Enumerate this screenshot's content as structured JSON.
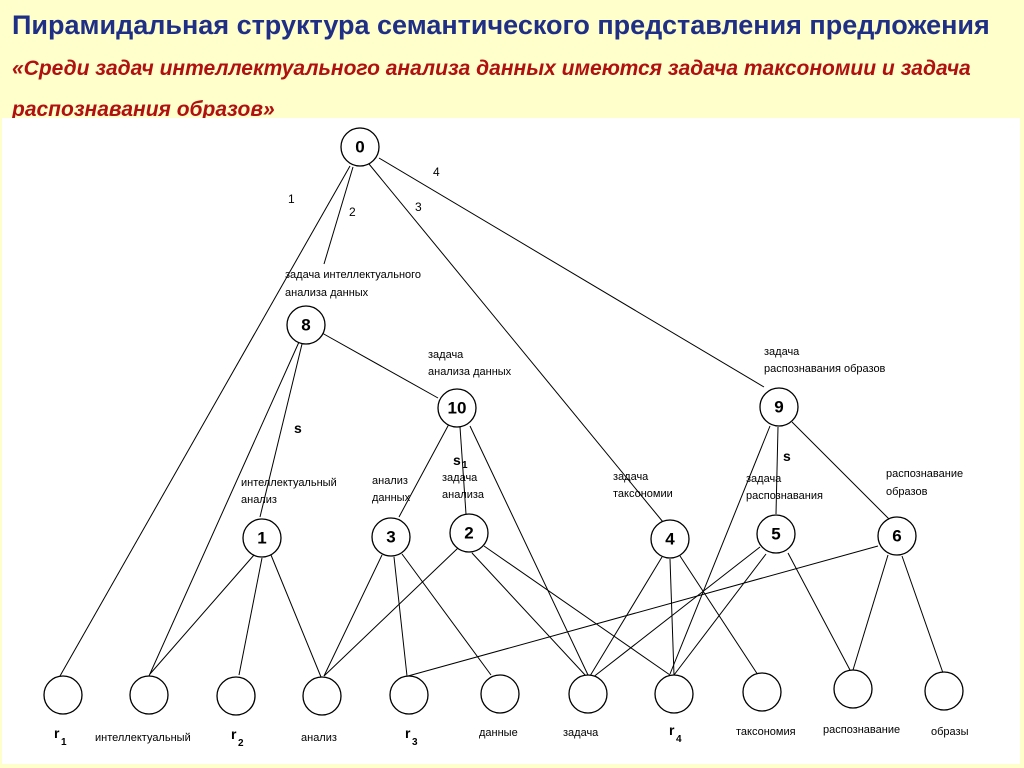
{
  "slide": {
    "title_main": "Пирамидальная структура семантического представления предложения",
    "title_quote": "«Среди задач интеллектуального анализа данных имеются задача таксономии и задача распознавания образов»"
  },
  "diagram": {
    "nodes": {
      "n0": "0",
      "n8": "8",
      "n10": "10",
      "n9": "9",
      "n1": "1",
      "n3": "3",
      "n2": "2",
      "n4": "4",
      "n5": "5",
      "n6": "6"
    },
    "edge_labels": {
      "e1": "1",
      "e2": "2",
      "e3": "3",
      "e4": "4"
    },
    "s_labels": {
      "s8": "s",
      "s10": "s",
      "s10_sub": "1",
      "s9": "s"
    },
    "node_labels": {
      "n8_l1": "задача интеллектуального",
      "n8_l2": "анализа данных",
      "n10_l1": "задача",
      "n10_l2": "анализа данных",
      "n9_l1": "задача",
      "n9_l2": "распознавания образов",
      "n1_l1": "интеллектуальный",
      "n1_l2": "анализ",
      "n3_l1": "анализ",
      "n3_l2": "данных",
      "n2_l1": "задача",
      "n2_l2": "анализа",
      "n4_l1": "задача",
      "n4_l2": "таксономии",
      "n5_l1": "задача",
      "n5_l2": "распознавания",
      "n6_l1": "распознавание",
      "n6_l2": "образов"
    },
    "leaves": {
      "r1": "r",
      "r1_sub": "1",
      "r2": "r",
      "r2_sub": "2",
      "r3": "r",
      "r3_sub": "3",
      "r4": "r",
      "r4_sub": "4",
      "w_intel": "интеллектуальный",
      "w_analiz": "анализ",
      "w_dannye": "данные",
      "w_zadacha": "задача",
      "w_taksonomiya": "таксономия",
      "w_raspozn": "распознавание",
      "w_obrazy": "образы"
    }
  }
}
